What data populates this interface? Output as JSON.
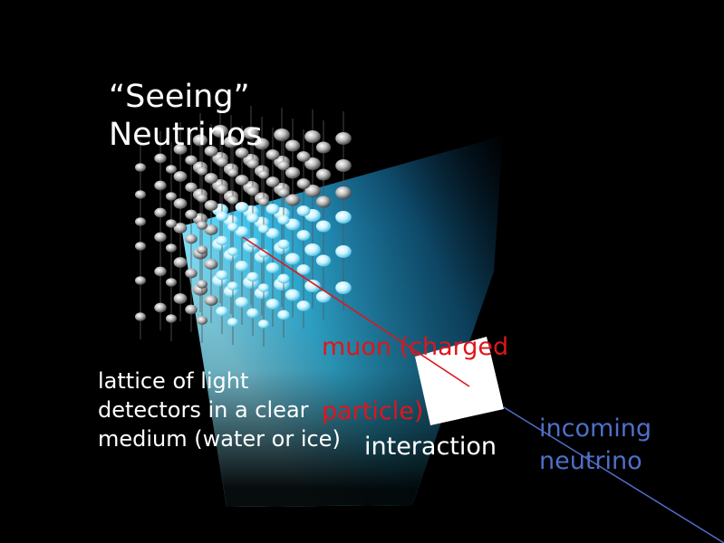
{
  "title": "“Seeing”\nNeutrinos",
  "lattice_label": " lattice of light\ndetectors in a clear\nmedium (water or ice)",
  "muon_label": "muon  (charged\nparticle)",
  "interaction_label": "interaction",
  "neutrino_label": "incoming\nneutrino",
  "colors": {
    "background": "#000000",
    "muon": "#e0151b",
    "neutrino": "#4f6fc9",
    "cherenkov_light": "#33c8f5",
    "detector": "#bdbdbd"
  }
}
